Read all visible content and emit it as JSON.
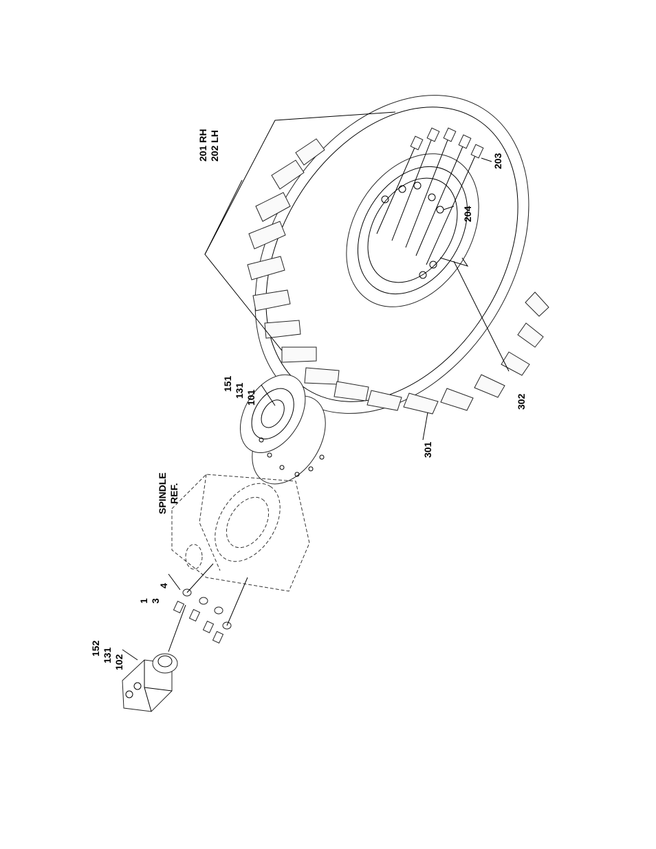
{
  "callouts": {
    "c201": "201 RH",
    "c202": "202 LH",
    "c203": "203",
    "c204": "204",
    "c302": "302",
    "c301": "301",
    "c151": "151",
    "c131a": "131",
    "c101": "101",
    "spindle_line1": "SPINDLE",
    "spindle_line2": "REF.",
    "c4": "4",
    "c1": "1",
    "c3": "3",
    "c152": "152",
    "c131b": "131",
    "c102": "102"
  }
}
